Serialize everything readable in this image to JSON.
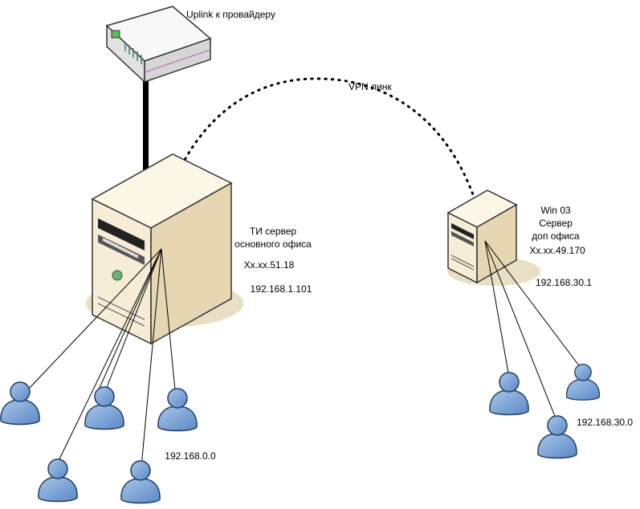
{
  "labels": {
    "uplink": "Uplink к провайдеру",
    "vpn": "VPN линк",
    "main_server_line1": "ТИ сервер",
    "main_server_line2": "основного офиса",
    "main_server_public_ip": "Xx.xx.51.18",
    "main_server_lan_ip": "192.168.1.101",
    "main_network": "192.168.0.0",
    "branch_server_line1": "Win 03",
    "branch_server_line2": "Сервер",
    "branch_server_line3": "доп офиса",
    "branch_server_public_ip": "Xx.xx.49.170",
    "branch_server_lan_ip": "192.168.30.1",
    "branch_network": "192.168.30.0"
  },
  "icons": {
    "router": "network-router-icon",
    "server": "tower-server-icon",
    "user": "user-icon"
  },
  "colors": {
    "user_fill": "#7aa2d6",
    "user_stroke": "#1f3c66",
    "server_front": "#f6edd7",
    "server_side": "#e6d7b2",
    "shadow": "#e9dfc4",
    "router_body": "#eeeeee",
    "led_green": "#5fb85f"
  }
}
